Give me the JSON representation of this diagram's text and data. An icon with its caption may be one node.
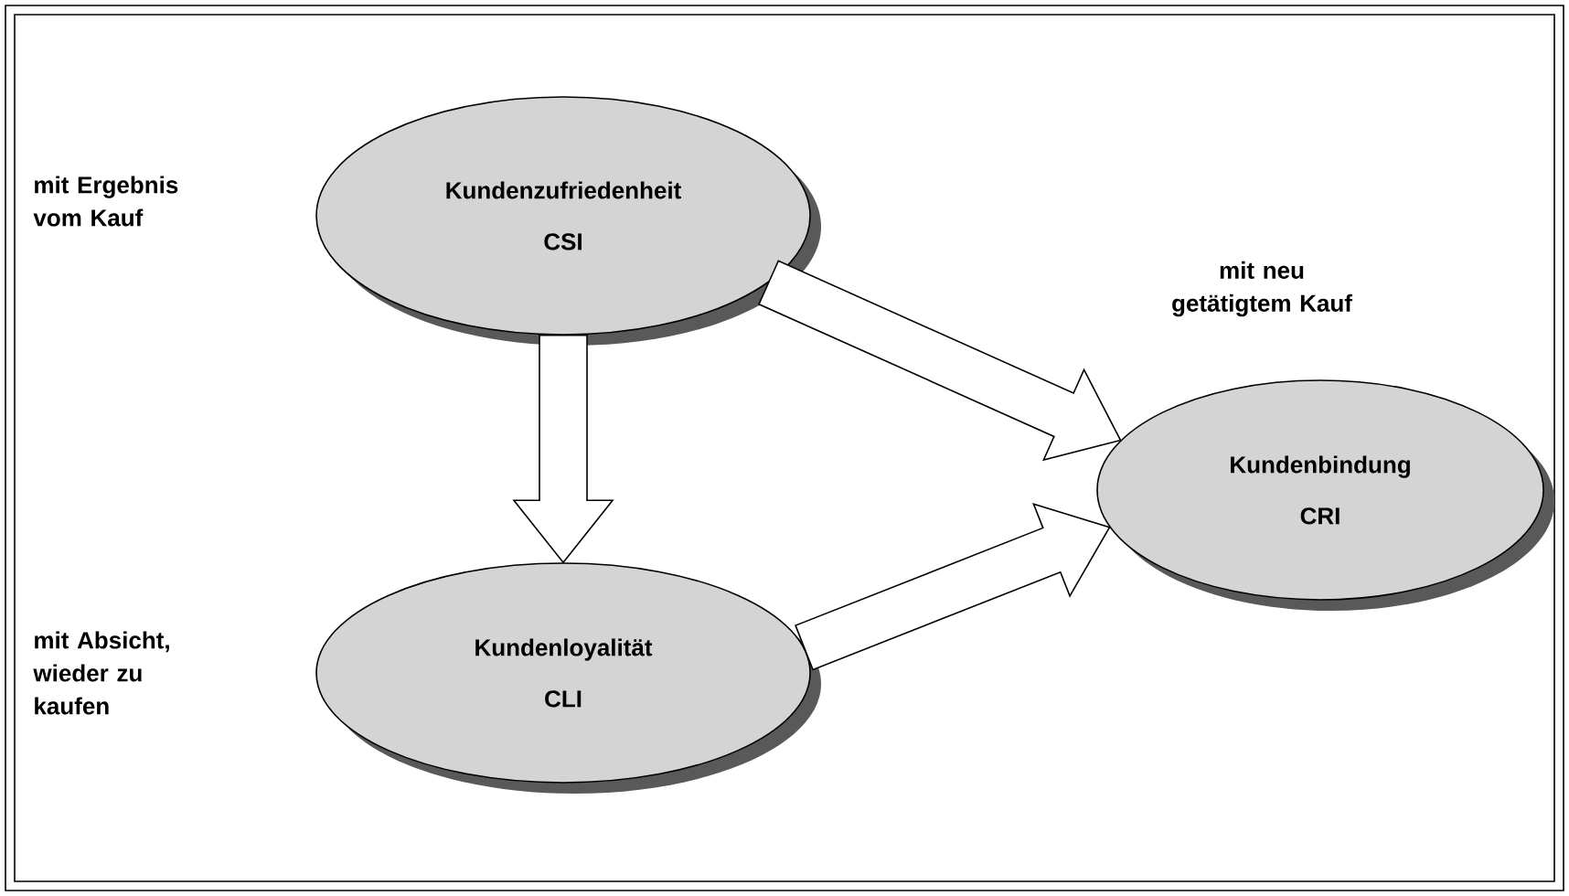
{
  "diagram": {
    "nodes": [
      {
        "text": [
          "Kundenzufriedenheit",
          "CSI"
        ]
      },
      {
        "text": [
          "Kundenloyalität",
          "CLI"
        ]
      },
      {
        "text": [
          "Kundenbindung",
          "CRI"
        ]
      }
    ],
    "edges": [
      {
        "from": 0,
        "to": 1,
        "arrow": "to"
      },
      {
        "from": 0,
        "to": 2,
        "arrow": "to"
      },
      {
        "from": 1,
        "to": 2,
        "arrow": "to"
      }
    ],
    "labels": [
      "mit Ergebnis vom Kauf",
      "mit neu getätigtem Kauf",
      "mit Absicht, wieder zu kaufen"
    ]
  }
}
